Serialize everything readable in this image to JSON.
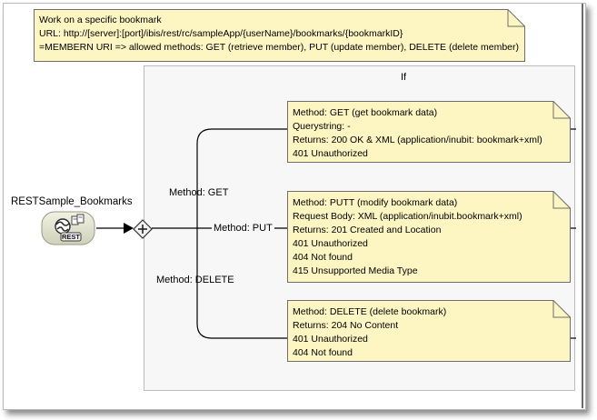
{
  "top_note": {
    "lines": [
      "Work on a specific bookmark",
      "URL: http://[server]:[port]/ibis/rest/rc/sampleApp/{userName}/bookmarks/{bookmarkID}",
      "=MEMBERN URI => allowed methods: GET (retrieve member), PUT (update member), DELETE (delete member)"
    ]
  },
  "lane": {
    "title": "If"
  },
  "start_node": {
    "label": "RESTSample_Bookmarks",
    "badge": "REST",
    "icon": "rest-service-icon"
  },
  "gateway": {
    "icon": "plus-icon"
  },
  "branches": [
    {
      "label": "Method: GET"
    },
    {
      "label": "Method: PUT"
    },
    {
      "label": "Method: DELETE"
    }
  ],
  "notes": [
    {
      "lines": [
        "Method: GET (get  bookmark data)",
        "Querystring: -",
        "Returns: 200 OK & XML (application/inubit: bookmark+xml)",
        "401 Unauthorized"
      ]
    },
    {
      "lines": [
        "Method: PUTT (modify bookmark data)",
        "Request Body: XML (application/inubit.bookmark+xml)",
        "Returns: 201 Created and Location",
        "401 Unauthorized",
        "404 Not found",
        "415 Unsupported Media Type"
      ]
    },
    {
      "lines": [
        "Method: DELETE (delete bookmark)",
        "Returns: 204 No Content",
        "401 Unauthorized",
        "404 Not found"
      ]
    }
  ],
  "colors": {
    "note_fill": "#fdf6c3",
    "note_border": "#6e6e6e",
    "lane_fill": "#f7f7f7",
    "lane_border": "#bcbcbc",
    "line": "#000000"
  }
}
